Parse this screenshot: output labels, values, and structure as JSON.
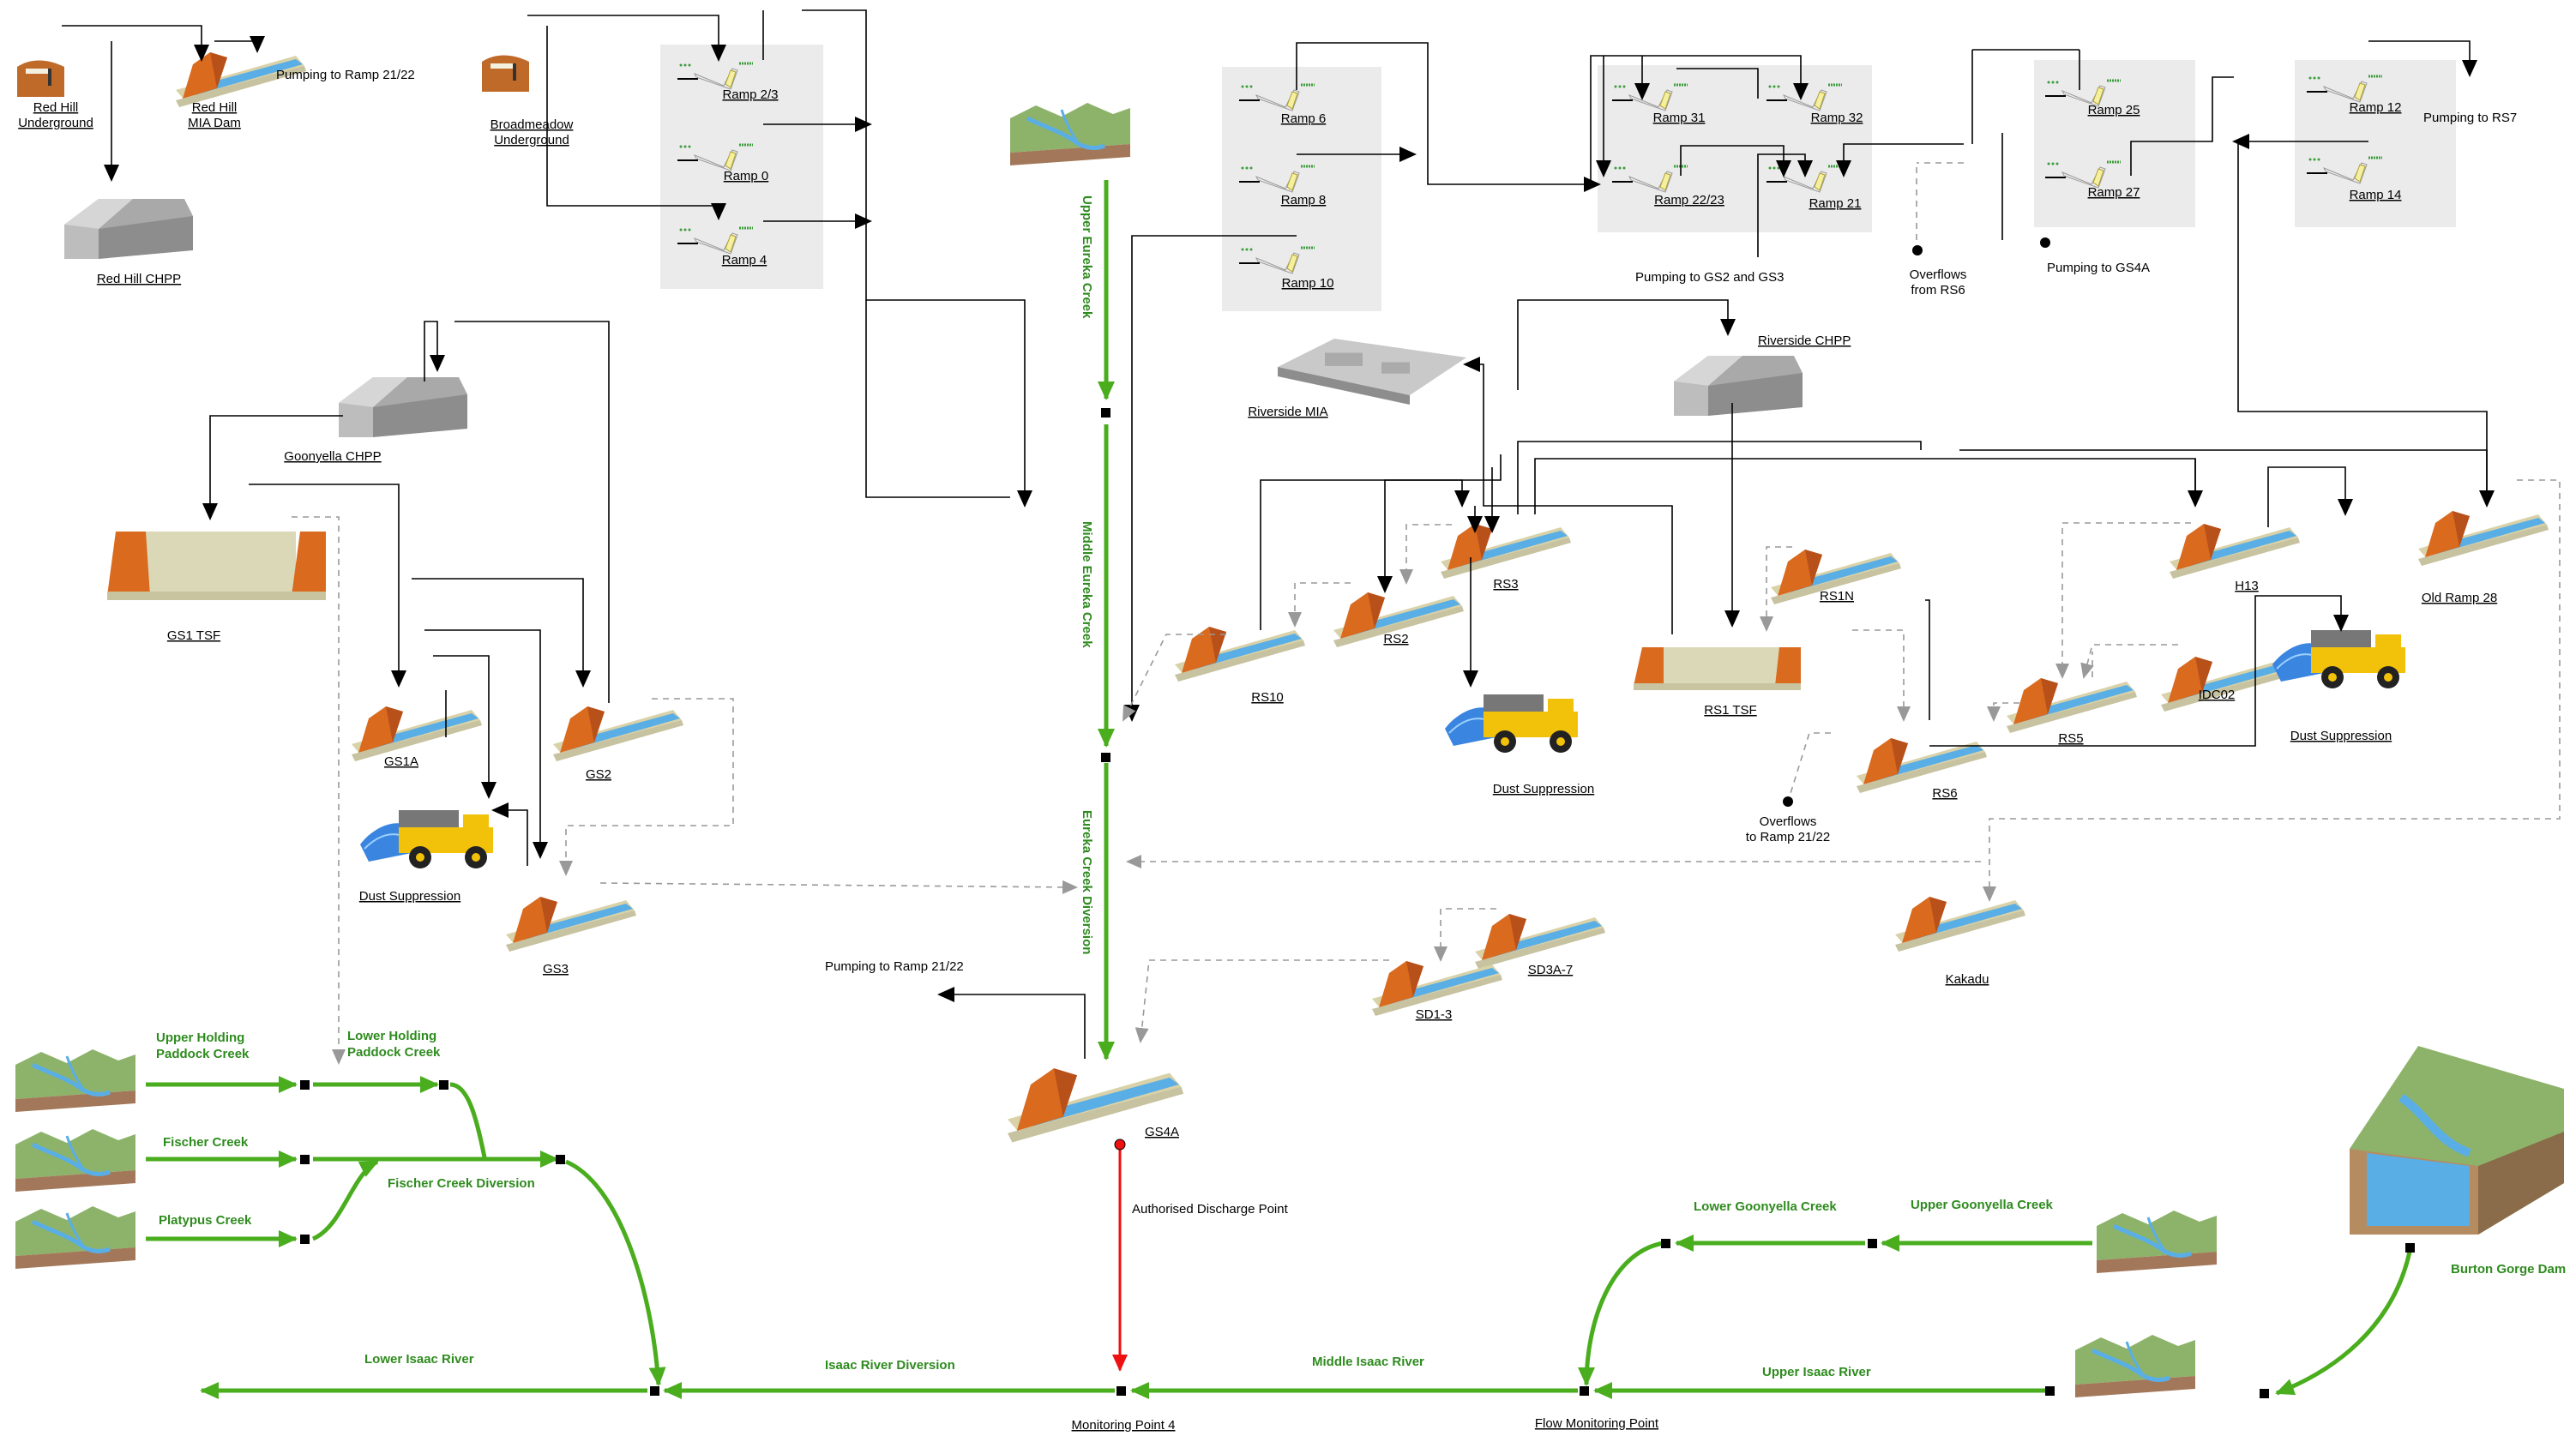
{
  "labels": {
    "red_hill_underground": [
      "Red Hill",
      "Underground"
    ],
    "red_hill_mia_dam": [
      "Red Hill",
      "MIA Dam"
    ],
    "pumping_ramp_2122_top": "Pumping to Ramp 21/22",
    "red_hill_chpp": "Red Hill CHPP",
    "broadmeadow_underground": [
      "Broadmeadow",
      "Underground"
    ],
    "ramp_23": "Ramp 2/3",
    "ramp_0": "Ramp 0",
    "ramp_4": "Ramp 4",
    "ramp_6": "Ramp 6",
    "ramp_8": "Ramp 8",
    "ramp_10": "Ramp 10",
    "ramp_31": "Ramp 31",
    "ramp_32": "Ramp 32",
    "ramp_2223": "Ramp 22/23",
    "ramp_21": "Ramp 21",
    "ramp_25": "Ramp 25",
    "ramp_27": "Ramp 27",
    "ramp_12": "Ramp 12",
    "ramp_14": "Ramp 14",
    "pumping_rs7": "Pumping to RS7",
    "pumping_gs2_gs3": "Pumping to GS2 and GS3",
    "overflows_rs6": [
      "Overflows",
      "from RS6"
    ],
    "pumping_gs4a": "Pumping to GS4A",
    "riverside_chpp": "Riverside CHPP",
    "riverside_mia": "Riverside MIA",
    "goonyella_chpp": "Goonyella CHPP",
    "gs1_tsf": "GS1 TSF",
    "gs1a": "GS1A",
    "gs2": "GS2",
    "gs3": "GS3",
    "dust_suppression_left": "Dust Suppression",
    "rs10": "RS10",
    "rs2": "RS2",
    "rs3": "RS3",
    "rs1n": "RS1N",
    "rs1_tsf": "RS1 TSF",
    "dust_suppression_mid": "Dust Suppression",
    "overflows_ramp_2122": [
      "Overflows",
      "to Ramp 21/22"
    ],
    "rs6": "RS6",
    "rs5": "RS5",
    "idc02": "IDC02",
    "h13": "H13",
    "old_ramp_28": "Old Ramp 28",
    "dust_suppression_right": "Dust Suppression",
    "kakadu": "Kakadu",
    "sd3a_7": "SD3A-7",
    "sd1_3": "SD1-3",
    "pumping_ramp_2122_mid": "Pumping to Ramp 21/22",
    "gs4a": "GS4A",
    "authorised_discharge_point": "Authorised Discharge Point",
    "monitoring_point_4": "Monitoring Point 4",
    "flow_monitoring_point": "Flow Monitoring Point"
  },
  "creeks": {
    "upper_eureka_creek": "Upper Eureka Creek",
    "middle_eureka_creek": "Middle Eureka Creek",
    "eureka_creek_diversion": "Eureka Creek Diversion",
    "upper_holding_paddock_creek": [
      "Upper Holding",
      "Paddock Creek"
    ],
    "lower_holding_paddock_creek": [
      "Lower Holding",
      "Paddock Creek"
    ],
    "fischer_creek": "Fischer Creek",
    "platypus_creek": "Platypus Creek",
    "fischer_creek_diversion": "Fischer Creek Diversion",
    "lower_isaac_river": "Lower Isaac River",
    "isaac_river_diversion": "Isaac River Diversion",
    "middle_isaac_river": "Middle Isaac River",
    "upper_isaac_river": "Upper Isaac River",
    "lower_goonyella_creek": "Lower Goonyella Creek",
    "upper_goonyella_creek": "Upper Goonyella Creek",
    "burton_gorge_dam": "Burton Gorge Dam"
  },
  "colors": {
    "creek_green": "#4aad1e",
    "creek_label_green": "#2e8b1e",
    "discharge_red": "#ee1111",
    "dam_wall_orange": "#d96a1e",
    "water_blue": "#5aaee6",
    "panel_grey": "#ebebeb",
    "dashed_grey": "#999999",
    "truck_yellow": "#f2c20a"
  },
  "icons": [
    "underground-mine-icon",
    "dam-icon",
    "chpp-building-icon",
    "ramp-pit-icon",
    "creek-landscape-icon",
    "haul-truck-icon",
    "tsf-icon",
    "gorge-dam-icon"
  ]
}
